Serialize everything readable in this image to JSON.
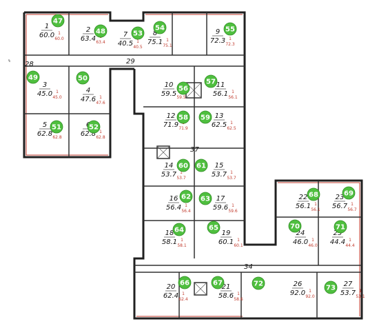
{
  "rooms": [
    {
      "id": "r1",
      "num": "1",
      "area": "60.0",
      "red": "60.0",
      "badge": "47"
    },
    {
      "id": "r2",
      "num": "2",
      "area": "63.4",
      "red": "63.4",
      "badge": "48"
    },
    {
      "id": "r7",
      "num": "7",
      "area": "40.5",
      "red": "40.5",
      "badge": "53"
    },
    {
      "id": "r8",
      "num": "8",
      "area": "75.1",
      "red": "75.1",
      "badge": "54"
    },
    {
      "id": "r9",
      "num": "9",
      "area": "72.3",
      "red": "72.3",
      "badge": "55"
    },
    {
      "id": "r3",
      "num": "3",
      "area": "45.0",
      "red": "45.0",
      "badge": "49"
    },
    {
      "id": "r4",
      "num": "4",
      "area": "47.6",
      "red": "47.6",
      "badge": "50"
    },
    {
      "id": "r5",
      "num": "5",
      "area": "62.8",
      "red": "62.8",
      "badge": "51"
    },
    {
      "id": "r6",
      "num": "6",
      "area": "62.8",
      "red": "62.8",
      "badge": "52"
    },
    {
      "id": "r10",
      "num": "10",
      "area": "59.5",
      "red": "59.5",
      "badge": "56"
    },
    {
      "id": "r11",
      "num": "11",
      "area": "56.1",
      "red": "56.1",
      "badge": "57"
    },
    {
      "id": "r12",
      "num": "12",
      "area": "71.9",
      "red": "71.9",
      "badge": "58"
    },
    {
      "id": "r13",
      "num": "13",
      "area": "62.5",
      "red": "62.5",
      "badge": "59"
    },
    {
      "id": "r14",
      "num": "14",
      "area": "53.7",
      "red": "53.7",
      "badge": "60"
    },
    {
      "id": "r15",
      "num": "15",
      "area": "53.7",
      "red": "53.7",
      "badge": "61"
    },
    {
      "id": "r16",
      "num": "16",
      "area": "56.4",
      "red": "56.4",
      "badge": "62"
    },
    {
      "id": "r17",
      "num": "17",
      "area": "59.6",
      "red": "59.6",
      "badge": "63"
    },
    {
      "id": "r18",
      "num": "18",
      "area": "58.1",
      "red": "58.1",
      "badge": "64"
    },
    {
      "id": "r19",
      "num": "19",
      "area": "60.1",
      "red": "60.1",
      "badge": "65"
    },
    {
      "id": "r20",
      "num": "20",
      "area": "62.4",
      "red": "62.4",
      "badge": "66"
    },
    {
      "id": "r21",
      "num": "21",
      "area": "58.6",
      "red": "58.6",
      "badge": "67"
    },
    {
      "id": "r26",
      "num": "26",
      "area": "92.0",
      "red": "92.0",
      "badge": "72"
    },
    {
      "id": "r27",
      "num": "27",
      "area": "53.7",
      "red": "53.1",
      "badge": "73"
    },
    {
      "id": "r22",
      "num": "22",
      "area": "56.1",
      "red": "56.1",
      "badge": "68"
    },
    {
      "id": "r23",
      "num": "23",
      "area": "56.7",
      "red": "56.7",
      "badge": "69"
    },
    {
      "id": "r24",
      "num": "24",
      "area": "46.0",
      "red": "46.0",
      "badge": "70"
    },
    {
      "id": "r25",
      "num": "25",
      "area": "44.4",
      "red": "44.4",
      "badge": "71"
    }
  ],
  "corridors": [
    {
      "id": "c29",
      "label": "29"
    },
    {
      "id": "c37",
      "label": "37"
    },
    {
      "id": "c34",
      "label": "34"
    },
    {
      "id": "c28",
      "label": "28"
    }
  ],
  "red_unit": "1",
  "margin_mark": "%"
}
